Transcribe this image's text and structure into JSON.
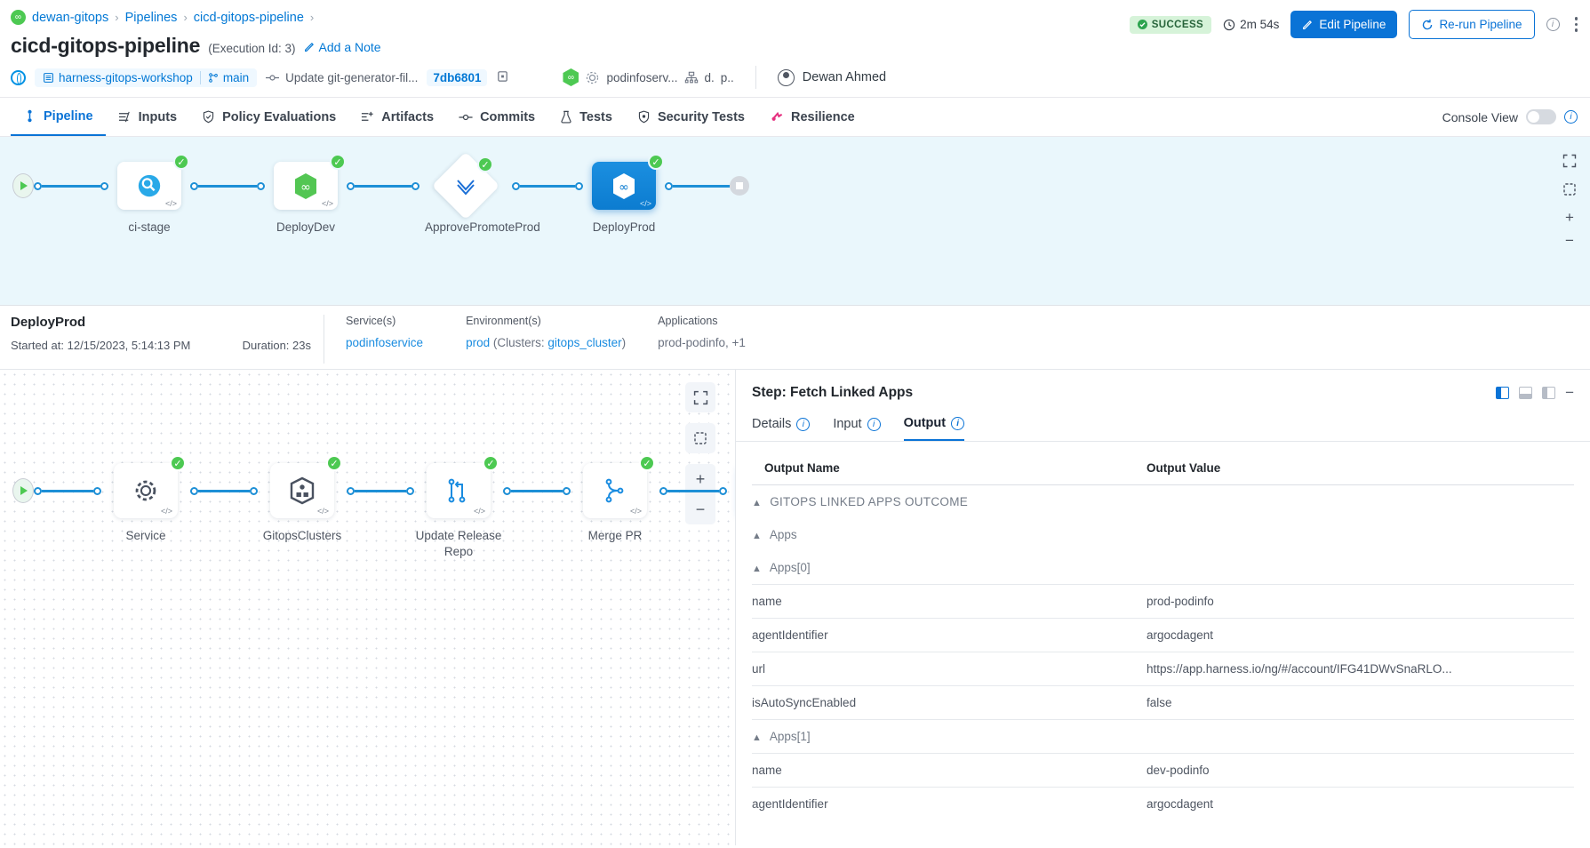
{
  "breadcrumb": {
    "items": [
      "dewan-gitops",
      "Pipelines",
      "cicd-gitops-pipeline"
    ],
    "icon": "gitops-icon"
  },
  "header": {
    "title": "cicd-gitops-pipeline",
    "execution_id": "(Execution Id: 3)",
    "add_note": "Add a Note",
    "repo": "harness-gitops-workshop",
    "branch": "main",
    "commit_message": "Update git-generator-fil...",
    "commit_sha": "7db6801",
    "service": "podinfoserv...",
    "extra1": "d.",
    "extra2": "p..",
    "user": "Dewan Ahmed",
    "status": "SUCCESS",
    "duration": "2m 54s",
    "edit_button": "Edit Pipeline",
    "rerun_button": "Re-run Pipeline"
  },
  "tabs": [
    {
      "label": "Pipeline",
      "icon": "pipeline-icon",
      "active": true
    },
    {
      "label": "Inputs",
      "icon": "inputs-icon",
      "active": false
    },
    {
      "label": "Policy Evaluations",
      "icon": "shield-check-icon",
      "active": false
    },
    {
      "label": "Artifacts",
      "icon": "artifacts-icon",
      "active": false
    },
    {
      "label": "Commits",
      "icon": "commit-icon",
      "active": false
    },
    {
      "label": "Tests",
      "icon": "flask-icon",
      "active": false
    },
    {
      "label": "Security Tests",
      "icon": "security-shield-icon",
      "active": false
    },
    {
      "label": "Resilience",
      "icon": "resilience-icon",
      "active": false
    }
  ],
  "console_view": {
    "label": "Console View",
    "enabled": false
  },
  "pipeline_graph": {
    "stages": [
      {
        "name": "ci-stage",
        "icon": "ci-build-icon",
        "status": "success",
        "selected": false,
        "shape": "rect"
      },
      {
        "name": "DeployDev",
        "icon": "gitops-icon",
        "status": "success",
        "selected": false,
        "shape": "rect"
      },
      {
        "name": "ApprovePromoteProd",
        "icon": "approval-icon",
        "status": "success",
        "selected": false,
        "shape": "diamond"
      },
      {
        "name": "DeployProd",
        "icon": "gitops-icon",
        "status": "success",
        "selected": true,
        "shape": "rect"
      }
    ]
  },
  "stage_info": {
    "name": "DeployProd",
    "started_label": "Started at:",
    "started_value": "12/15/2023, 5:14:13 PM",
    "duration": "Duration: 23s",
    "services_label": "Service(s)",
    "services_value": "podinfoservice",
    "environments_label": "Environment(s)",
    "environment_value": "prod",
    "clusters_prefix": " (Clusters: ",
    "clusters_value": "gitops_cluster",
    "clusters_suffix": ")",
    "applications_label": "Applications",
    "applications_value": "prod-podinfo,",
    "applications_more": "+1"
  },
  "steps_graph": {
    "steps": [
      {
        "name": "Service",
        "icon": "gear-icon",
        "status": "success",
        "selected": false
      },
      {
        "name": "GitopsClusters",
        "icon": "clusters-icon",
        "status": "success",
        "selected": false
      },
      {
        "name": "Update Release Repo",
        "icon": "branch-update-icon",
        "status": "success",
        "selected": false
      },
      {
        "name": "Merge PR",
        "icon": "merge-icon",
        "status": "success",
        "selected": false
      },
      {
        "name": "Fetch Linked Apps",
        "icon": "fetch-apps-icon",
        "status": "success",
        "selected": true
      }
    ]
  },
  "detail_panel": {
    "title": "Step: Fetch Linked Apps",
    "tabs": [
      {
        "label": "Details",
        "active": false
      },
      {
        "label": "Input",
        "active": false
      },
      {
        "label": "Output",
        "active": true
      }
    ],
    "columns": [
      "Output Name",
      "Output Value"
    ],
    "rows": [
      {
        "type": "group",
        "level": 1,
        "name": "GITOPS LINKED APPS OUTCOME",
        "value": "",
        "upper": true,
        "first": true
      },
      {
        "type": "group",
        "level": 2,
        "name": "Apps",
        "value": ""
      },
      {
        "type": "group",
        "level": 3,
        "name": "Apps[0]",
        "value": ""
      },
      {
        "type": "row",
        "level": 4,
        "name": "name",
        "value": "prod-podinfo"
      },
      {
        "type": "row",
        "level": 4,
        "name": "agentIdentifier",
        "value": "argocdagent"
      },
      {
        "type": "row",
        "level": 4,
        "name": "url",
        "value": "https://app.harness.io/ng/#/account/IFG41DWvSnaRLO...",
        "link": true
      },
      {
        "type": "row",
        "level": 4,
        "name": "isAutoSyncEnabled",
        "value": "false"
      },
      {
        "type": "group",
        "level": 3,
        "name": "Apps[1]",
        "value": ""
      },
      {
        "type": "row",
        "level": 4,
        "name": "name",
        "value": "dev-podinfo"
      },
      {
        "type": "row",
        "level": 4,
        "name": "agentIdentifier",
        "value": "argocdagent"
      }
    ]
  }
}
